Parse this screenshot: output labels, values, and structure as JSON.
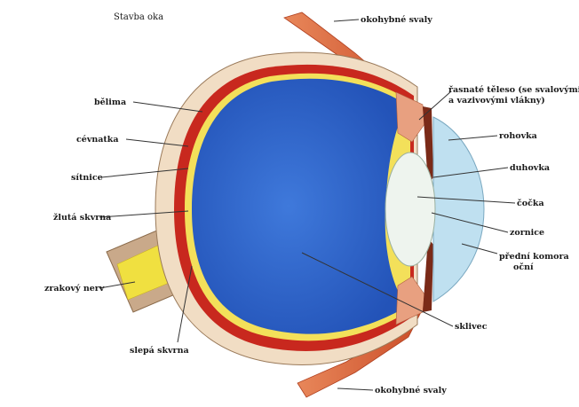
{
  "title": "Stavba oka",
  "labels": {
    "okohybne_top": "okohybné svaly",
    "okohybne_bottom": "okohybné svaly",
    "bělima": "bělima",
    "cevnatka": "cévnatka",
    "sitnice": "sítnice",
    "zluta_skvrna": "žlutá skvrna",
    "zrakovy_nerv": "zrakový nerv",
    "slepa_skvrna": "slepá skvrna",
    "rasnate_1": "řasnaté těleso (se svalovými",
    "rasnate_2": "a vazivovými vlákny)",
    "rohovka": "rohovka",
    "duhovka": "duhovka",
    "cocka": "čočka",
    "zornice": "zornice",
    "predni_1": "přední komora",
    "predni_2": "oční",
    "sklivec": "sklivec"
  },
  "colors": {
    "sclera": "#f1ddc4",
    "choroid": "#c8281e",
    "retina": "#f3e05a",
    "vitreous": "#2a5fc9",
    "vitreous_light": "#4a82e0",
    "cornea": "#bfe0f0",
    "lens": "#eef4ee",
    "nerve": "#f0e040",
    "muscle": "#d9663a"
  }
}
